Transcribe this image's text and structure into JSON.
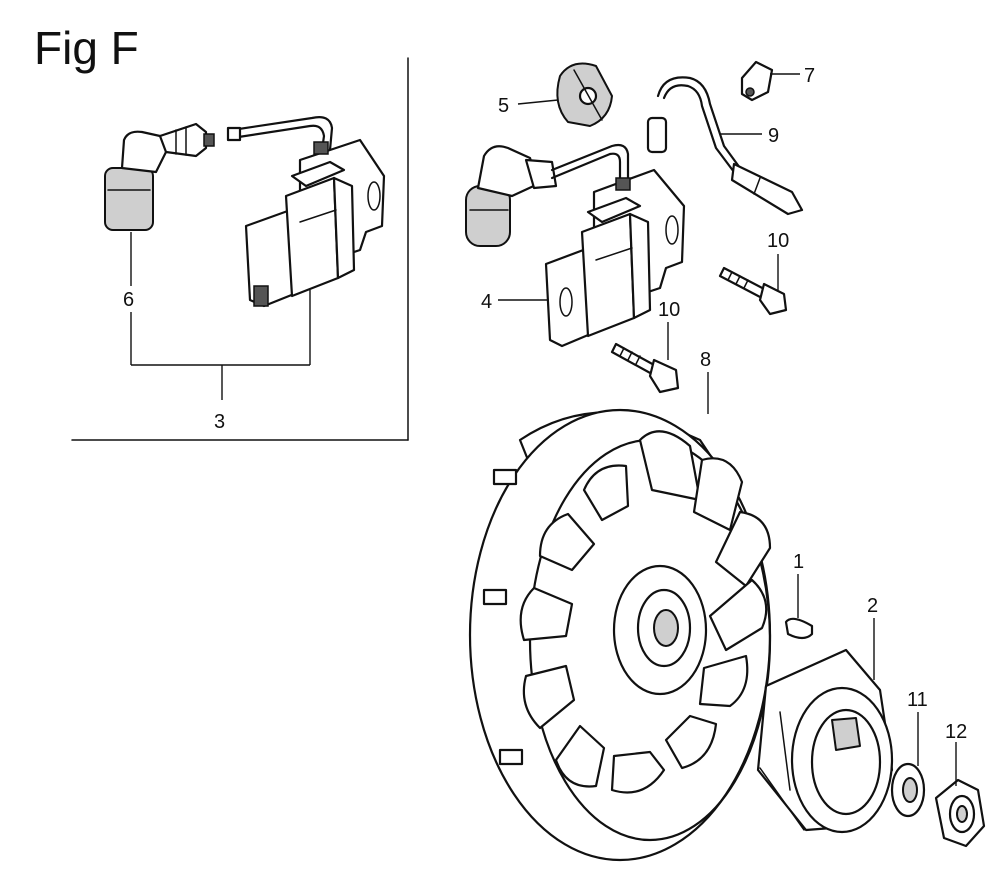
{
  "figure": {
    "title": "Fig F"
  },
  "callouts": {
    "c1": "1",
    "c2": "2",
    "c3": "3",
    "c4": "4",
    "c5": "5",
    "c6": "6",
    "c7": "7",
    "c8": "8",
    "c9": "9",
    "c10a": "10",
    "c10b": "10",
    "c11": "11",
    "c12": "12"
  }
}
